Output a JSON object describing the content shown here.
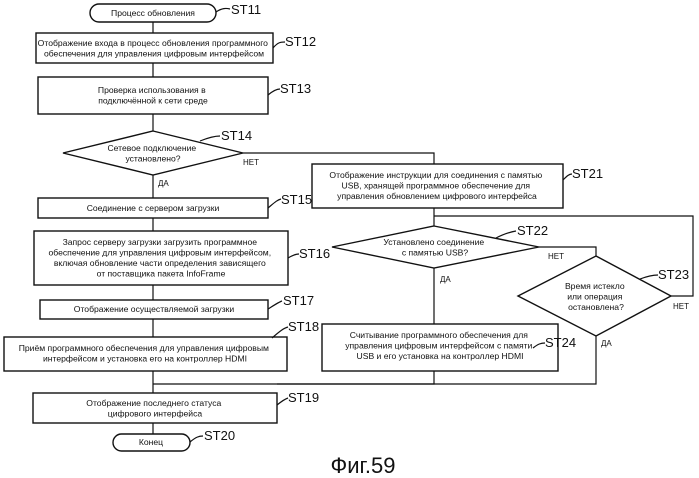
{
  "figure_caption": "Фиг.59",
  "steps": {
    "st11": {
      "id": "ST11",
      "lines": [
        "Процесс обновления"
      ]
    },
    "st12": {
      "id": "ST12",
      "lines": [
        "Отображение входа в процесс обновления программного",
        "обеспечения для управления цифровым интерфейсом"
      ]
    },
    "st13": {
      "id": "ST13",
      "lines": [
        "Проверка использования в",
        "подключённой к сети среде"
      ]
    },
    "st14": {
      "id": "ST14",
      "lines": [
        "Сетевое подключение",
        "установлено?"
      ]
    },
    "st15": {
      "id": "ST15",
      "lines": [
        "Соединение с сервером загрузки"
      ]
    },
    "st16": {
      "id": "ST16",
      "lines": [
        "Запрос серверу загрузки загрузить программное",
        "обеспечение для управления цифровым интерфейсом,",
        "включая обновление части определения зависящего",
        "от поставщика пакета InfoFrame"
      ]
    },
    "st17": {
      "id": "ST17",
      "lines": [
        "Отображение осуществляемой загрузки"
      ]
    },
    "st18": {
      "id": "ST18",
      "lines": [
        "Приём программного обеспечения для управления цифровым",
        "интерфейсом и установка его на контроллер HDMI"
      ]
    },
    "st19": {
      "id": "ST19",
      "lines": [
        "Отображение последнего статуса",
        "цифрового интерфейса"
      ]
    },
    "st20": {
      "id": "ST20",
      "lines": [
        "Конец"
      ]
    },
    "st21": {
      "id": "ST21",
      "lines": [
        "Отображение инструкции для соединения с памятью",
        "USB, хранящей программное обеспечение для",
        "управления обновлением цифрового интерфейса"
      ]
    },
    "st22": {
      "id": "ST22",
      "lines": [
        "Установлено соединение",
        "с памятью USB?"
      ]
    },
    "st23": {
      "id": "ST23",
      "lines": [
        "Время истекло",
        "или операция",
        "остановлена?"
      ]
    },
    "st24": {
      "id": "ST24",
      "lines": [
        "Считывание программного обеспечения для",
        "управления цифровым интерфейсом с памяти",
        "USB и его установка на контроллер HDMI"
      ]
    }
  },
  "branch_labels": {
    "yes": "ДА",
    "no": "НЕТ"
  }
}
